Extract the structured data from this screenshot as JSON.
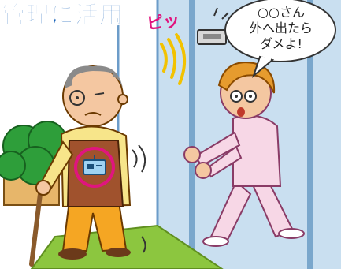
{
  "headline": "管理に活用。",
  "sound_effect": "ピッ",
  "speech_bubble": {
    "lines": [
      "○○さん",
      "外へ出たら",
      "ダメよ!"
    ]
  },
  "colors": {
    "headline": "#1560b8",
    "sound_effect": "#e0157e",
    "wall": "#c9dff0",
    "floor_mat": "#8cc63f",
    "badge_ring": "#e0157e",
    "nurse_uniform": "#f7d7e6",
    "old_man_vest": "#a0522d",
    "old_man_pants": "#f5a623",
    "bush": "#2e9e3a"
  },
  "icons": [
    "ic-badge-icon",
    "sensor-device-icon"
  ]
}
